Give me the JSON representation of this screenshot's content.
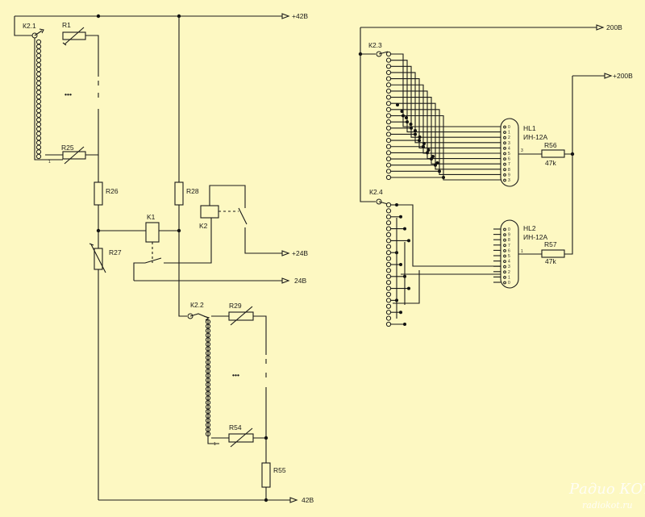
{
  "rails": {
    "p42": "+42В",
    "p24": "+24В",
    "v24": "24В",
    "v42": "42В",
    "v200": "200В",
    "p200": "+200В"
  },
  "switches": {
    "k2_1": "К2.1",
    "k2_2": "К2.2",
    "k2_3": "К2.3",
    "k2_4": "К2.4"
  },
  "resistors": {
    "r1": "R1",
    "r25": "R25",
    "r26": "R26",
    "r27": "R27",
    "r28": "R28",
    "r29": "R29",
    "r54": "R54",
    "r55": "R55",
    "r56": "R56",
    "r57": "R57",
    "r56_val": "47k",
    "r57_val": "47k"
  },
  "relays": {
    "k1": "K1",
    "k2": "K2"
  },
  "tubes": {
    "hl1": "HL1",
    "hl1_type": "ИН-12А",
    "hl2": "HL2",
    "hl2_type": "ИН-12А",
    "pins1": [
      "0",
      "1",
      "2",
      "3",
      "4",
      "5",
      "6",
      "7",
      "8",
      "9",
      "3"
    ],
    "pins2": [
      "0",
      "9",
      "8",
      "7",
      "6",
      "5",
      "4",
      "3",
      "2",
      "1",
      "0"
    ],
    "anode_pin": "3",
    "anode_pin2": "1"
  },
  "switch_pin_one": "1",
  "ellipsis": "•••",
  "watermark": {
    "line1": "Радио КОТ",
    "line2": "radiokot.ru"
  }
}
